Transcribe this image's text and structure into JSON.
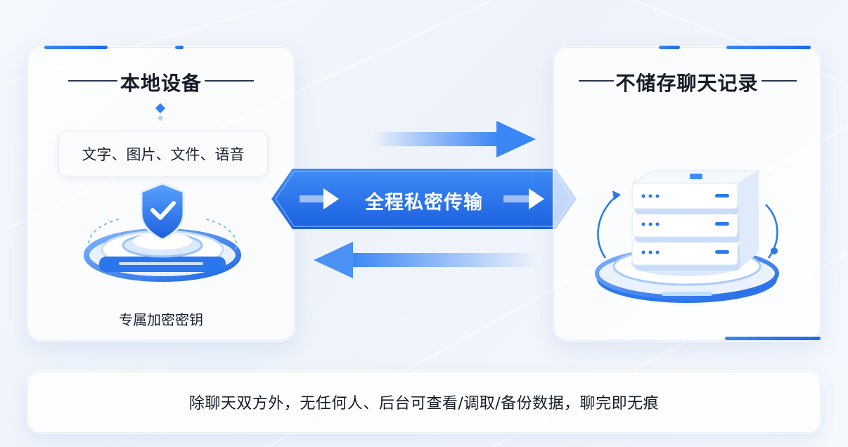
{
  "left_panel": {
    "title": "本地设备",
    "content_types": "文字、图片、文件、语音",
    "key_caption": "专属加密密钥",
    "icon": "shield-check-icon"
  },
  "center": {
    "label": "全程私密传输",
    "icons": [
      "arrow-right-icon",
      "arrow-left-icon"
    ]
  },
  "right_panel": {
    "title": "不储存聊天记录",
    "icon": "server-stack-icon"
  },
  "footer": {
    "text": "除聊天双方外，无任何人、后台可查看/调取/备份数据，聊完即无痕"
  },
  "colors": {
    "primary": "#2a78ee",
    "primary_dark": "#1d63df",
    "light_blue": "#bcd7fb",
    "text": "#151b26"
  }
}
